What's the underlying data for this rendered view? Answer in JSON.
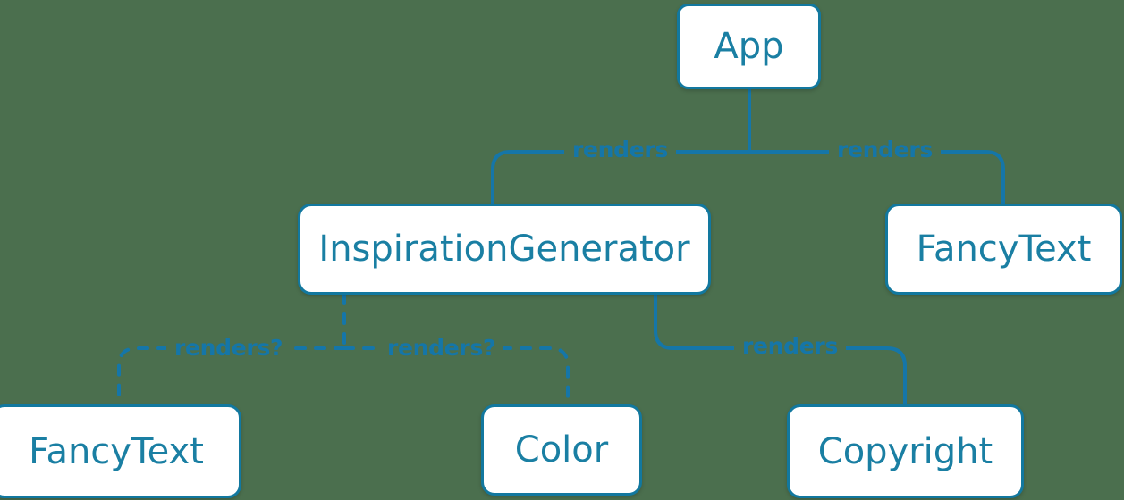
{
  "diagram": {
    "title": "React component render tree",
    "background_color": "#4b6f4e",
    "node_border_color": "#12789f",
    "node_text_color": "#1a7fa3",
    "edge_color": "#1576a8",
    "edge_label_color": "#1576a8",
    "nodes": [
      {
        "id": "app",
        "label": "App"
      },
      {
        "id": "inspgen",
        "label": "InspirationGenerator"
      },
      {
        "id": "fancytext_top",
        "label": "FancyText"
      },
      {
        "id": "fancytext_bot",
        "label": "FancyText"
      },
      {
        "id": "color",
        "label": "Color"
      },
      {
        "id": "copyright",
        "label": "Copyright"
      }
    ],
    "edges": [
      {
        "from": "app",
        "to": "inspgen",
        "label": "renders",
        "style": "solid"
      },
      {
        "from": "app",
        "to": "fancytext_top",
        "label": "renders",
        "style": "solid"
      },
      {
        "from": "inspgen",
        "to": "fancytext_bot",
        "label": "renders?",
        "style": "dashed"
      },
      {
        "from": "inspgen",
        "to": "color",
        "label": "renders?",
        "style": "dashed"
      },
      {
        "from": "inspgen",
        "to": "copyright",
        "label": "renders",
        "style": "solid"
      }
    ]
  }
}
